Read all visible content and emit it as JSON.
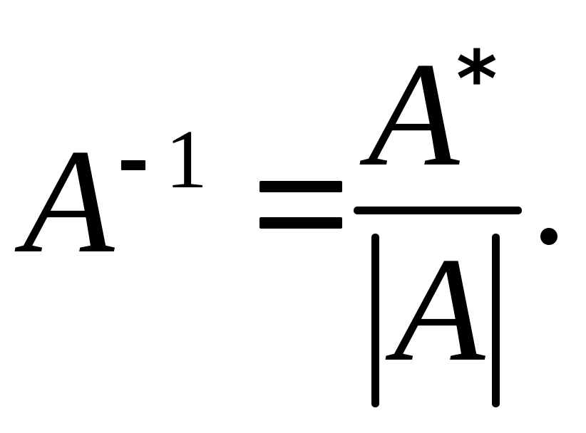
{
  "formula": {
    "lhs": {
      "base": "A",
      "exponent_sign": "-",
      "exponent_value": "1"
    },
    "operator": "=",
    "fraction": {
      "numerator_base": "A",
      "numerator_superscript": "*",
      "denominator_base": "A",
      "denominator_delimiter": "|"
    },
    "terminator": "."
  },
  "colors": {
    "background": "#ffffff",
    "ink": "#000000"
  }
}
